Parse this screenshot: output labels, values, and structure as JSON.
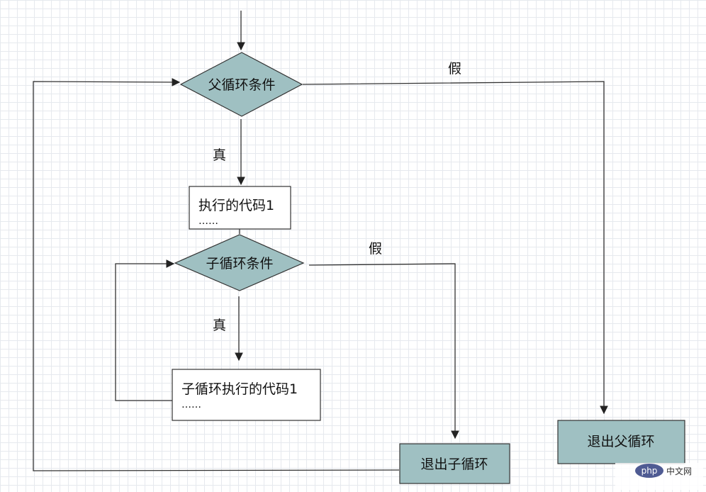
{
  "nodes": {
    "parent_condition": "父循环条件",
    "parent_body_line1": "执行的代码1",
    "parent_body_line2": "……",
    "child_condition": "子循环条件",
    "child_body_line1": "子循环执行的代码1",
    "child_body_line2": "……",
    "exit_child": "退出子循环",
    "exit_parent": "退出父循环"
  },
  "edge_labels": {
    "parent_false": "假",
    "parent_true": "真",
    "child_false": "假",
    "child_true": "真"
  },
  "watermark": {
    "logo_text": "php",
    "site_text": "中文网"
  },
  "colors": {
    "node_fill": "#9fc0c2",
    "edge": "#333333",
    "box_fill": "#ffffff"
  }
}
